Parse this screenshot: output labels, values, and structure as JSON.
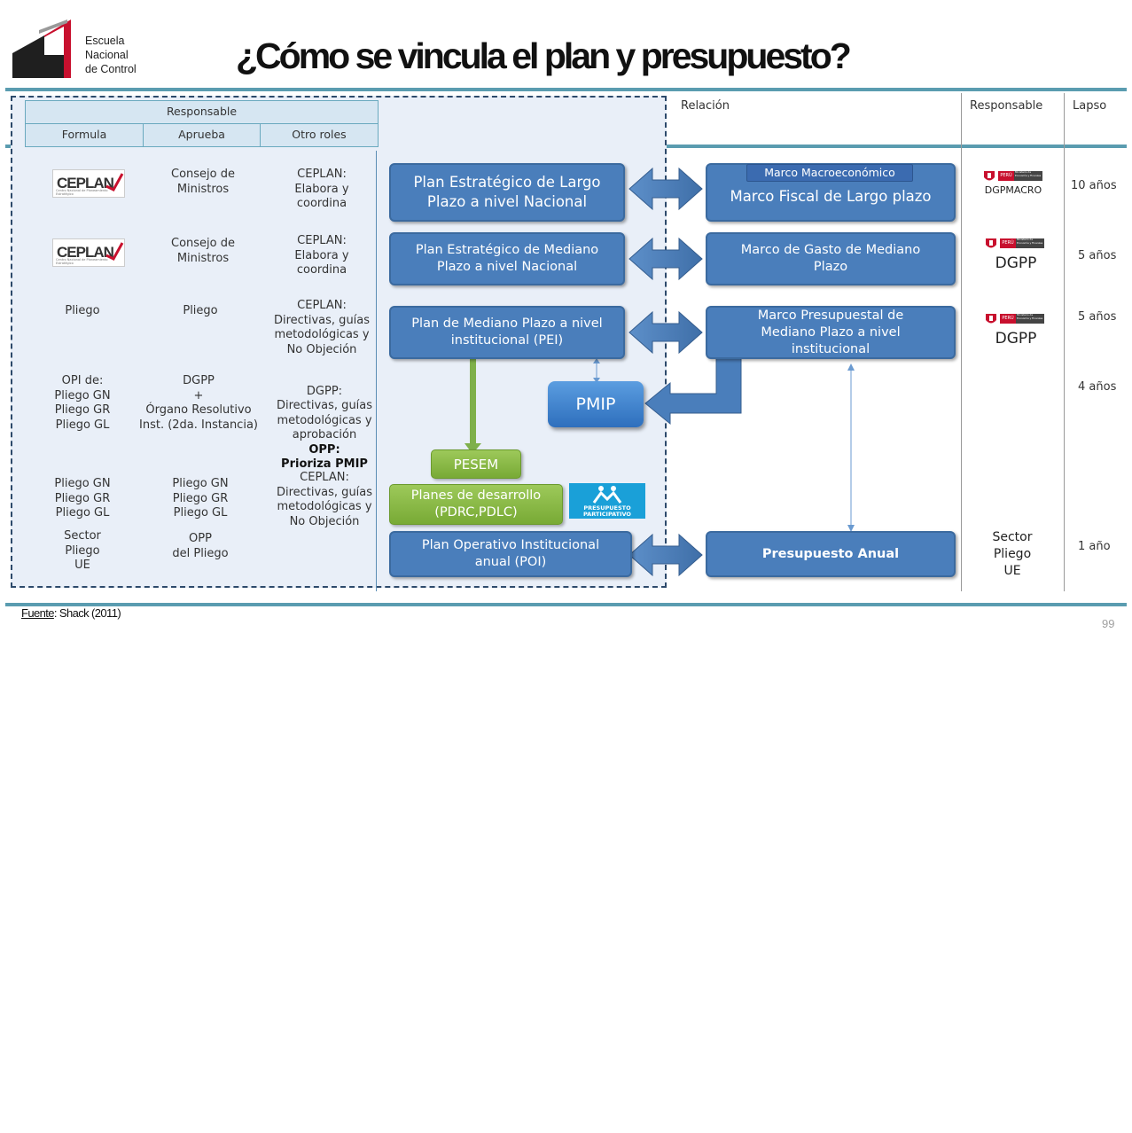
{
  "header": {
    "logo_lines": [
      "Escuela",
      "Nacional",
      "de Control"
    ],
    "title": "¿Cómo se vincula el plan y presupuesto?"
  },
  "table_header": {
    "responsable": "Responsable",
    "formula": "Formula",
    "aprueba": "Aprueba",
    "otro_roles": "Otro roles",
    "relacion": "Relación",
    "responsable_right": "Responsable",
    "lapso": "Lapso"
  },
  "ceplan_logo": {
    "text": "CEPLAN",
    "subtitle": "Centro Nacional de Planeamiento Estratégico"
  },
  "rows": [
    {
      "formula": "",
      "aprueba": "Consejo de\nMinistros",
      "otros": "CEPLAN:\nElabora y\ncoordina"
    },
    {
      "formula": "",
      "aprueba": "Consejo de\nMinistros",
      "otros": "CEPLAN:\nElabora y\ncoordina"
    },
    {
      "formula": "Pliego",
      "aprueba": "Pliego",
      "otros": "CEPLAN:\nDirectivas, guías\nmetodológicas y\nNo Objeción"
    },
    {
      "formula": "OPI de:\nPliego GN\nPliego GR\nPliego GL",
      "aprueba": "DGPP\n+\nÓrgano Resolutivo\nInst. (2da. Instancia)",
      "otros": "DGPP:\nDirectivas, guías\nmetodológicas y\naprobación",
      "otros_bold": "OPP:\nPrioriza PMIP"
    },
    {
      "formula": "Pliego GN\nPliego GR\nPliego GL",
      "aprueba": "Pliego GN\nPliego GR\nPliego GL",
      "otros": "CEPLAN:\nDirectivas, guías\nmetodológicas y\nNo Objeción"
    },
    {
      "formula": "Sector\nPliego\nUE",
      "aprueba": "OPP\ndel Pliego",
      "otros": ""
    }
  ],
  "plans": {
    "p1": "Plan Estratégico de Largo\nPlazo a nivel Nacional",
    "p2": "Plan Estratégico  de Mediano\nPlazo a nivel  Nacional",
    "p3": "Plan de Mediano  Plazo a nivel\ninstitucional (PEI)",
    "pmip": "PMIP",
    "pesem": "PESEM",
    "planes_desarrollo": "Planes de desarrollo\n(PDRC,PDLC)",
    "poi": "Plan Operativo  Institucional\nanual (POI)"
  },
  "presupuesto": {
    "macro_label": "Marco Macroeconómico",
    "m1": "Marco  Fiscal de Largo plazo",
    "m2": "Marco de Gasto de Mediano\nPlazo",
    "m3": "Marco Presupuestal  de\nMediano Plazo a nivel\ninstitucional",
    "m4": "Presupuesto Anual"
  },
  "presupuesto_participativo": {
    "line1": "PRESUPUESTO",
    "line2": "PARTICIPATIVO"
  },
  "mef_logo": {
    "peru": "PERÚ",
    "ministry": "Ministerio de Economía y Finanzas"
  },
  "responsables": [
    "DGPMACRO",
    "DGPP",
    "DGPP",
    "Sector\nPliego\nUE"
  ],
  "lapsos": [
    "10 años",
    "5 años",
    "5 años",
    "4 años",
    "1 año"
  ],
  "footer": {
    "source_label": "Fuente",
    "source_text": ": Shack (2011)",
    "page": "99"
  },
  "colors": {
    "box_blue": "#4a7ebb",
    "green": "#8bbb4a",
    "accent_line": "#5a9cb0"
  }
}
